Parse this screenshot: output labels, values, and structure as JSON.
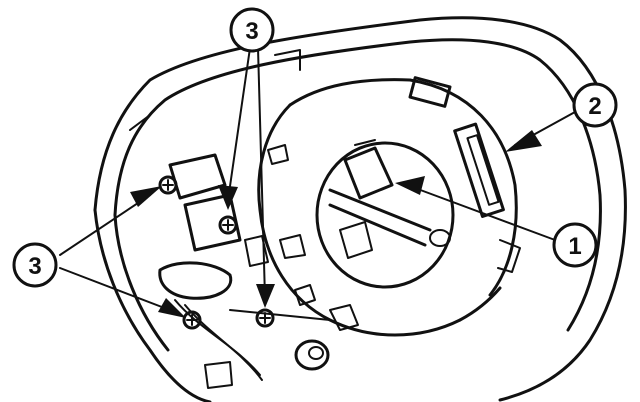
{
  "callouts": [
    {
      "id": "3-top",
      "label": "3"
    },
    {
      "id": "2",
      "label": "2"
    },
    {
      "id": "1",
      "label": "1"
    },
    {
      "id": "3-left",
      "label": "3"
    }
  ]
}
